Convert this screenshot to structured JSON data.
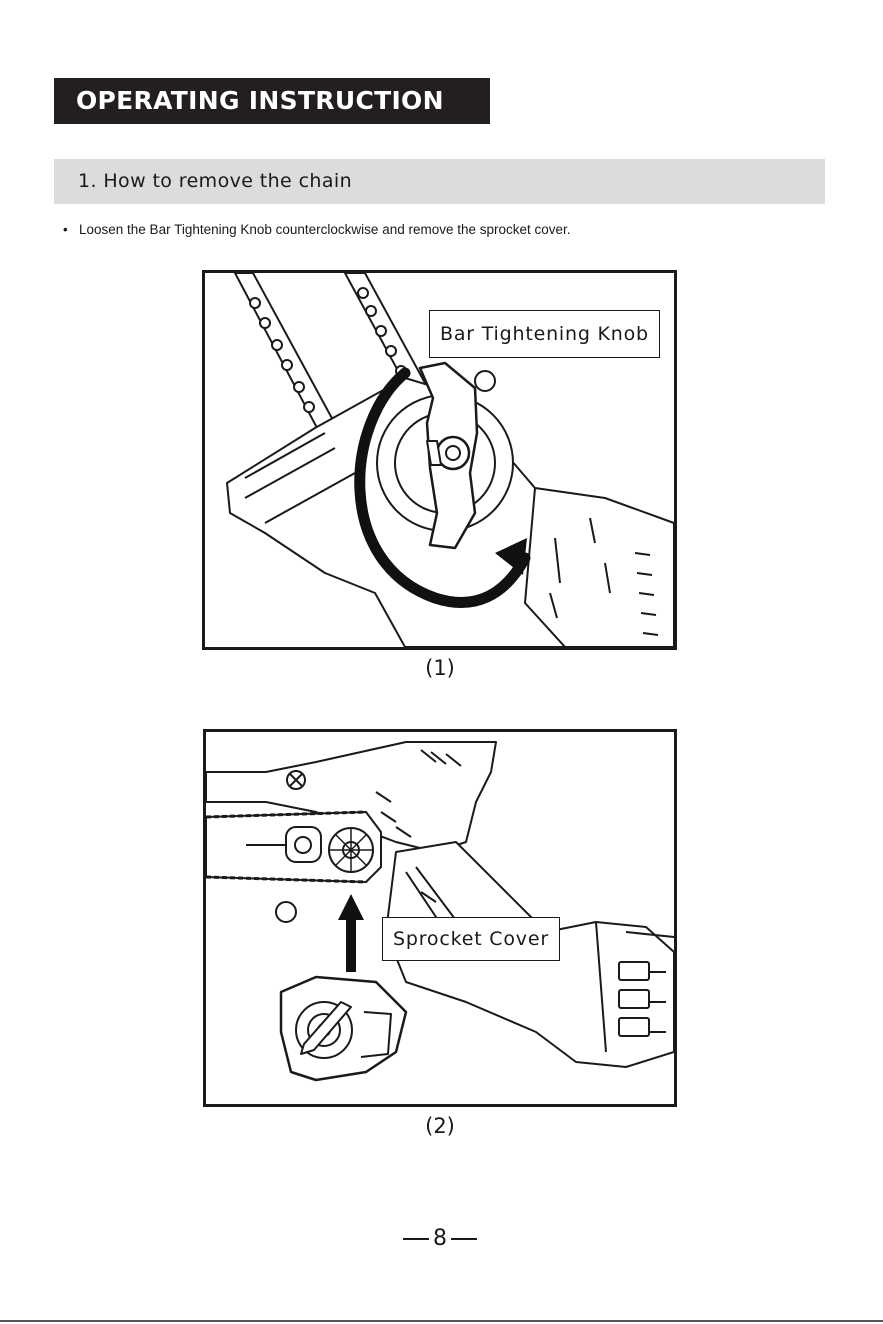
{
  "section": {
    "title": "OPERATING INSTRUCTION"
  },
  "step": {
    "heading": "1. How to remove the chain"
  },
  "instruction": {
    "bullet": "Loosen the Bar Tightening Knob counterclockwise and remove the sprocket cover."
  },
  "figures": [
    {
      "callout": "Bar Tightening Knob",
      "caption": "(1)"
    },
    {
      "callout": "Sprocket Cover",
      "caption": "(2)"
    }
  ],
  "footer": {
    "page_number": "8"
  },
  "colors": {
    "banner": "#231f20",
    "subsection_bar": "#dcdcdc",
    "line_art": "#1a1a1a"
  }
}
